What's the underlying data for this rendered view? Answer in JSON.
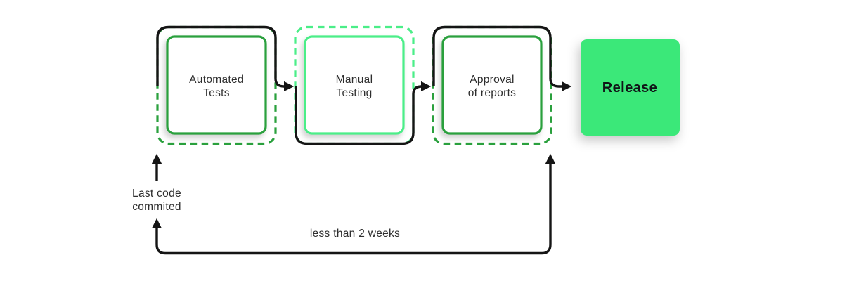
{
  "diagram": {
    "colors": {
      "dark_green": "#2aa03d",
      "light_green": "#4bee88",
      "release_fill": "#3be879",
      "line_black": "#151515",
      "text_color": "#2e2e2e",
      "release_text": "#101417"
    },
    "steps": [
      {
        "label": "Automated Tests",
        "line1": "Automated",
        "line2": "Tests",
        "variant": "dark"
      },
      {
        "label": "Manual Testing",
        "line1": "Manual",
        "line2": "Testing",
        "variant": "light"
      },
      {
        "label": "Approval of reports",
        "line1": "Approval",
        "line2": "of reports",
        "variant": "dark"
      }
    ],
    "release_label": "Release",
    "annotations": {
      "last_code_line1": "Last code",
      "last_code_line2": "commited",
      "loop_label": "less than 2 weeks"
    }
  }
}
